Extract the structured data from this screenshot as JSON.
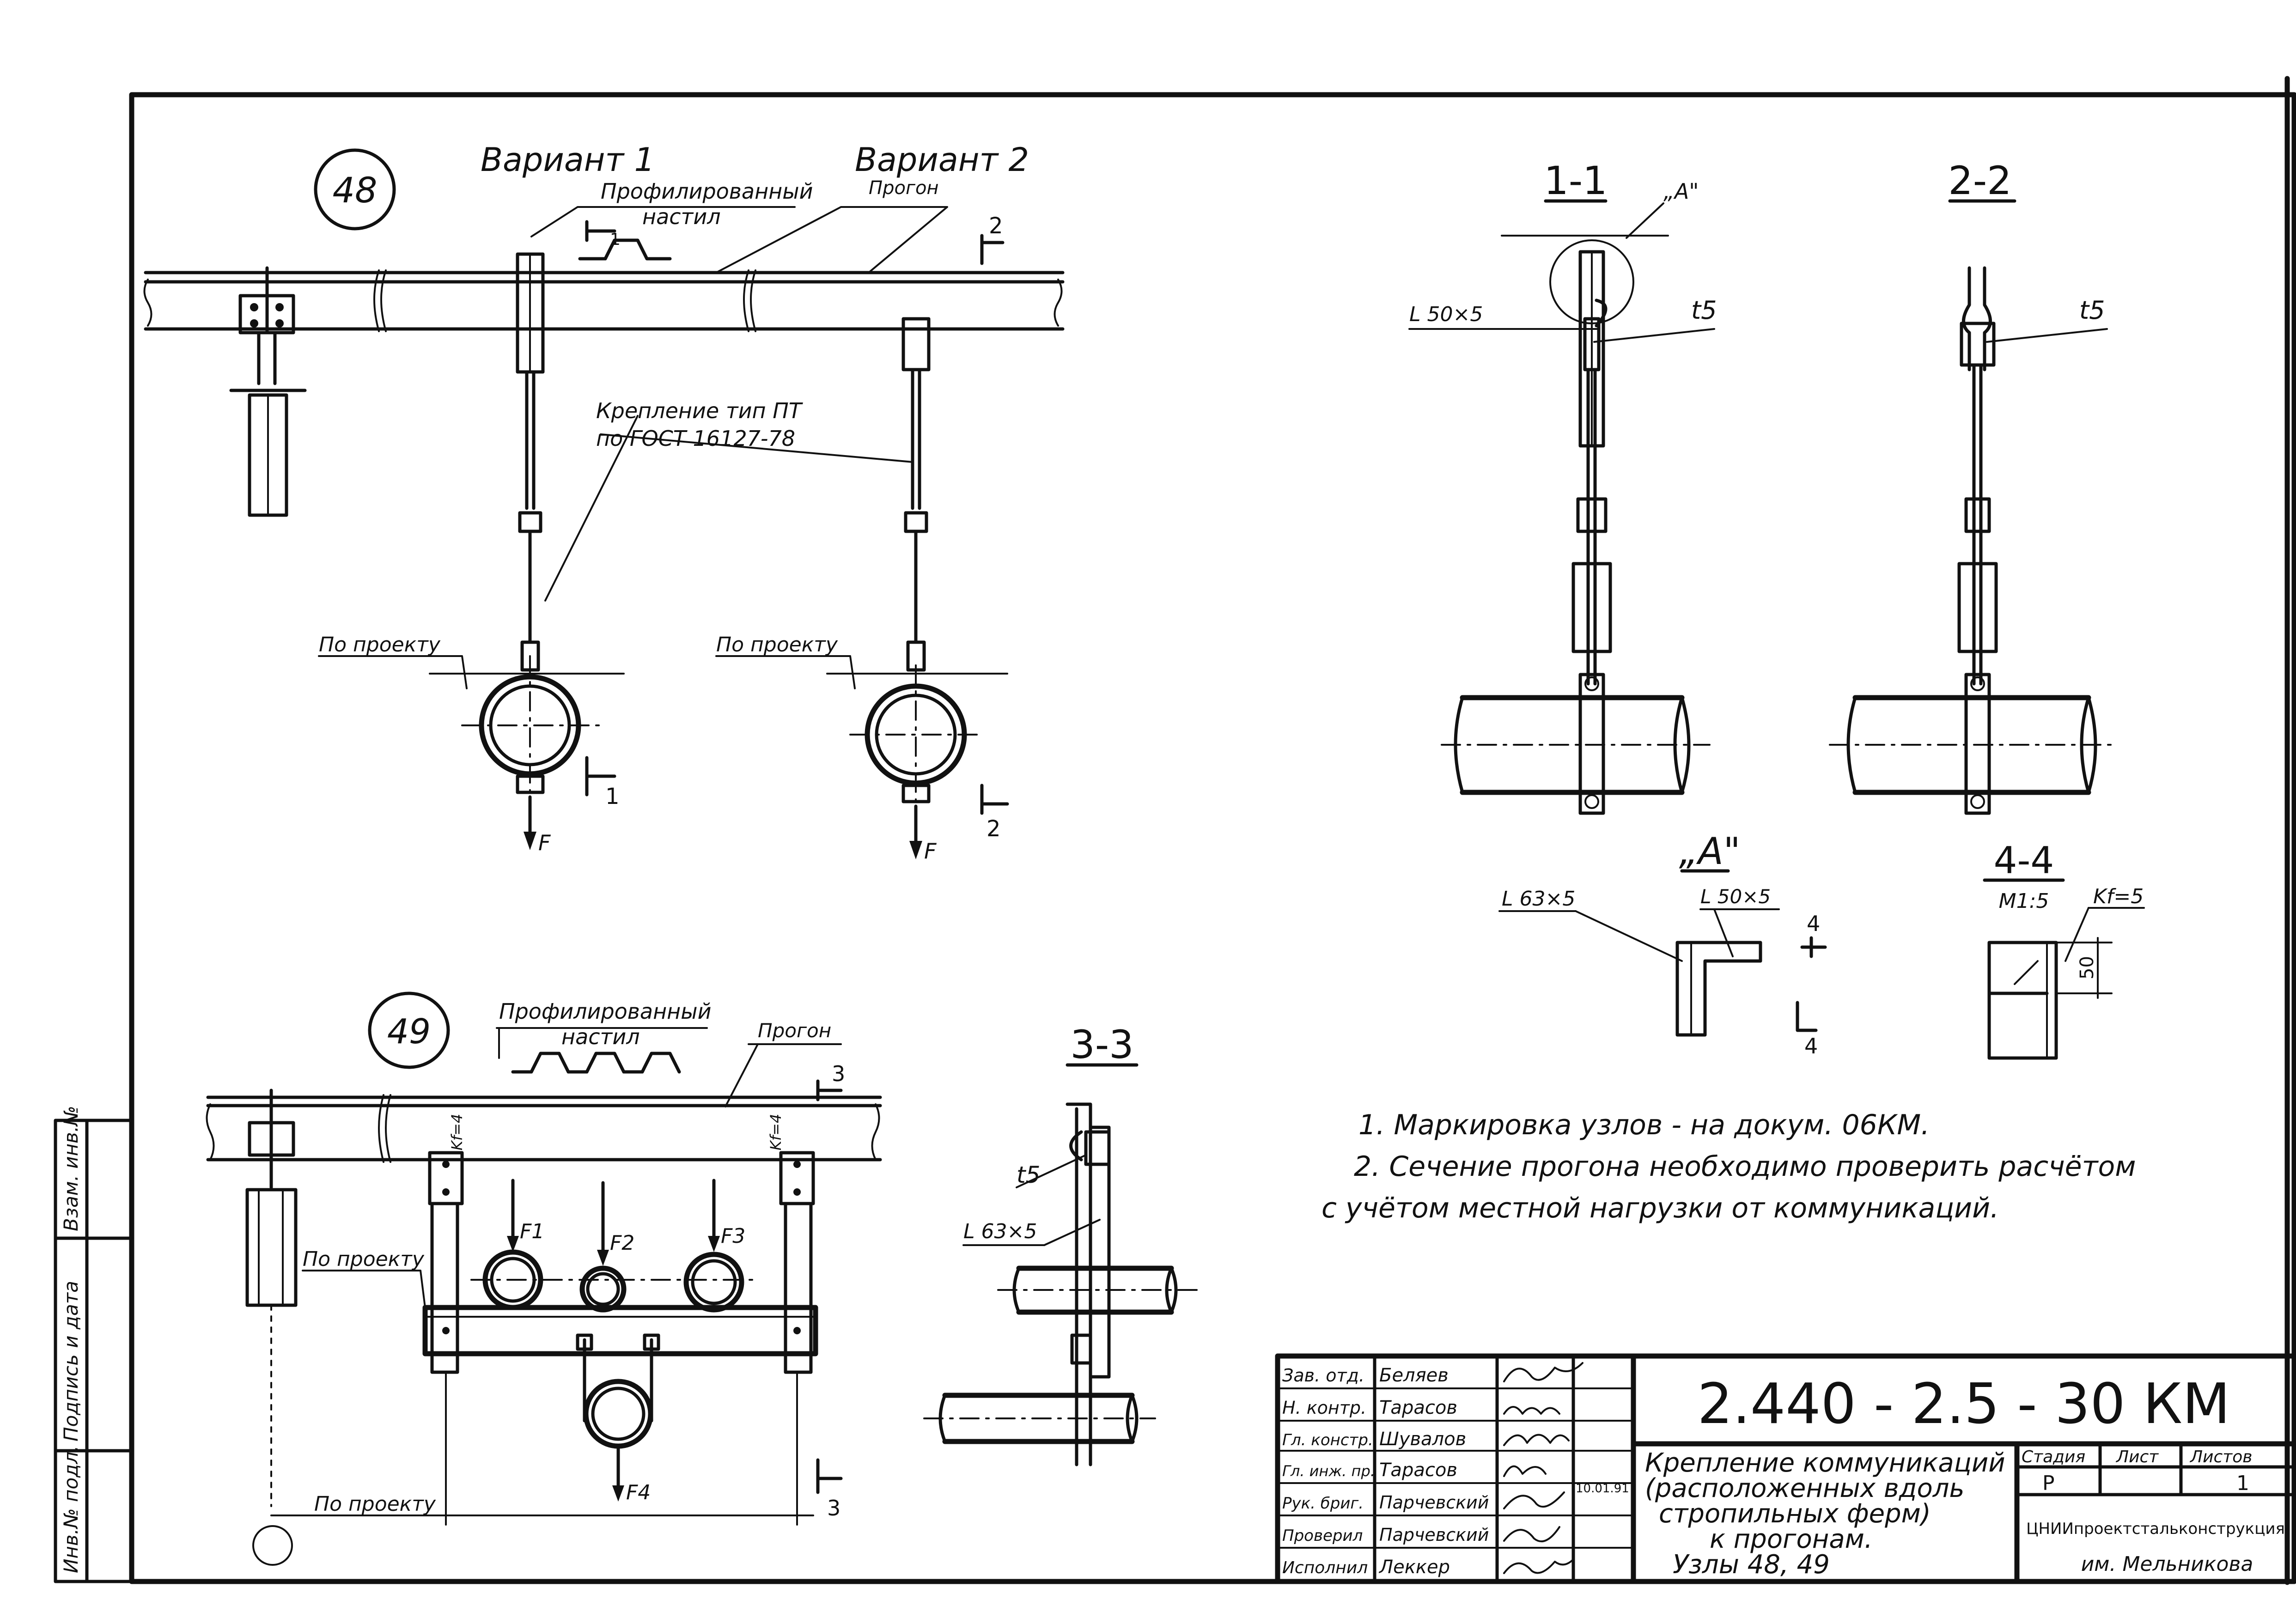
{
  "node_48": {
    "number": "48",
    "variant1": "Вариант 1",
    "variant2": "Вариант 2",
    "decking_line1": "Профилированный",
    "decking_line2": "настил",
    "purlin": "Прогон",
    "fastening_line1": "Крепление тип ПТ",
    "fastening_line2": "по ГОСТ 16127-78",
    "by_project_1": "По проекту",
    "by_project_2": "По проекту",
    "force": "F",
    "cut_1": "1",
    "cut_1_bottom": "1",
    "cut_2": "2",
    "cut_2_bottom": "2"
  },
  "section_1_1": {
    "title": "1-1",
    "callout": "„А\"",
    "angle": "L 50×5",
    "plate": "t5"
  },
  "section_2_2": {
    "title": "2-2",
    "plate": "t5"
  },
  "detail_A": {
    "title": "„А\"",
    "angle_big": "L 63×5",
    "angle_small": "L 50×5",
    "cut_top": "4",
    "cut_bottom": "4"
  },
  "section_4_4": {
    "title": "4-4",
    "scale": "М1:5",
    "weld": "Kf=5",
    "dim": "50"
  },
  "notes": {
    "line1": "1. Маркировка узлов - на докум. 06КМ.",
    "line2": "2. Сечение прогона необходимо проверить расчётом",
    "line3": "с учётом местной нагрузки от коммуникаций."
  },
  "node_49": {
    "number": "49",
    "decking_line1": "Профилированный",
    "decking_line2": "настил",
    "purlin": "Прогон",
    "by_project_1": "По проекту",
    "by_project_2": "По проекту",
    "weld_left": "Kf=4",
    "weld_right": "Kf=4",
    "f1": "F1",
    "f2": "F2",
    "f3": "F3",
    "f4": "F4",
    "cut_3": "3",
    "cut_3_bottom": "3"
  },
  "section_3_3": {
    "title": "3-3",
    "plate": "t5",
    "angle": "L 63×5"
  },
  "side_stamp": {
    "cell1": "Инв.№ подл.",
    "cell2": "Подпись и дата",
    "cell3": "Взам. инв.№"
  },
  "title_block": {
    "code": "2.440 - 2.5 - 30 КМ",
    "name_line1": "Крепление коммуникаций",
    "name_line2": "(расположенных вдоль",
    "name_line3": "стропильных ферм)",
    "name_line4": "к прогонам.",
    "name_line5": "Узлы 48, 49",
    "date_note": "10.01.91",
    "stage_label": "Стадия",
    "sheet_label": "Лист",
    "sheets_label": "Листов",
    "stage_value": "Р",
    "sheets_value": "1",
    "org_line1": "ЦНИИпроектстальконструкция",
    "org_line2": "им. Мельникова",
    "roles": [
      {
        "role": "Зав. отд.",
        "name": "Беляев"
      },
      {
        "role": "Н. контр.",
        "name": "Тарасов"
      },
      {
        "role": "Гл. констр.",
        "name": "Шувалов"
      },
      {
        "role": "Гл. инж. пр.",
        "name": "Тарасов"
      },
      {
        "role": "Рук. бриг.",
        "name": "Парчевский"
      },
      {
        "role": "Проверил",
        "name": "Парчевский"
      },
      {
        "role": "Исполнил",
        "name": "Леккер"
      }
    ]
  }
}
